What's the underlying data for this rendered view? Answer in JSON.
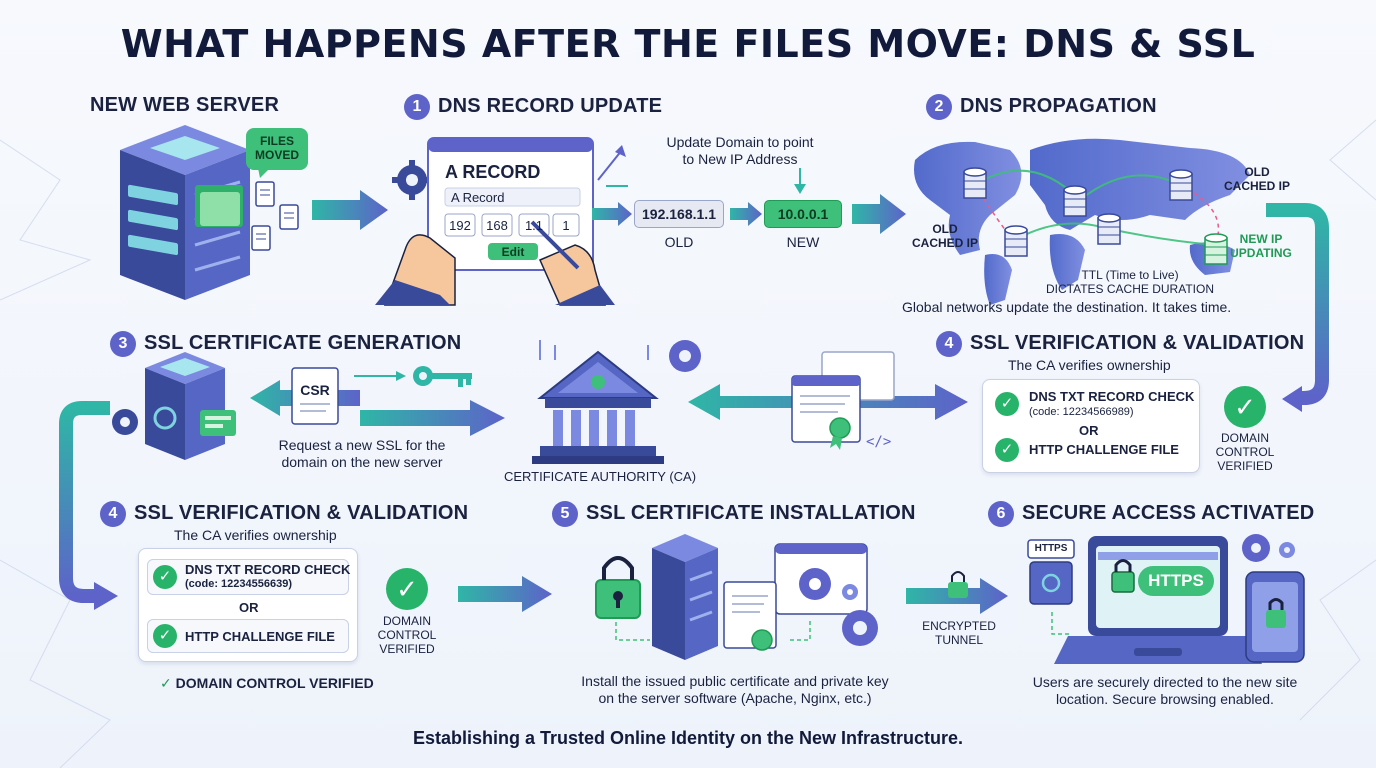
{
  "title": "WHAT HAPPENS AFTER THE FILES MOVE: DNS & SSL",
  "new_server": {
    "heading": "NEW WEB SERVER",
    "badge_line1": "FILES",
    "badge_line2": "MOVED"
  },
  "step1": {
    "num": "1",
    "heading": "DNS RECORD UPDATE",
    "record_title": "A RECORD",
    "record_field": "A Record",
    "octets": [
      "192",
      "168",
      "1.1",
      "1"
    ],
    "edit_label": "Edit",
    "note_line1": "Update Domain to point",
    "note_line2": "to New IP Address",
    "old_ip": "192.168.1.1",
    "old_label": "OLD",
    "new_ip": "10.0.0.1",
    "new_label": "NEW"
  },
  "step2": {
    "num": "2",
    "heading": "DNS PROPAGATION",
    "old_cached_right_1": "OLD",
    "old_cached_right_2": "CACHED IP",
    "old_cached_left_1": "OLD",
    "old_cached_left_2": "CACHED IP",
    "new_ip_1": "NEW IP",
    "new_ip_2": "UPDATING",
    "ttl_1": "TTL (Time to Live)",
    "ttl_2": "DICTATES CACHE DURATION",
    "caption": "Global networks update the destination. It takes time."
  },
  "step3": {
    "num": "3",
    "heading": "SSL CERTIFICATE GENERATION",
    "csr_label": "CSR",
    "caption_1": "Request a new SSL for the",
    "caption_2": "domain on the new server",
    "ca_label": "CERTIFICATE AUTHORITY (CA)"
  },
  "step4_right": {
    "num": "4",
    "heading": "SSL VERIFICATION & VALIDATION",
    "subtitle": "The CA verifies ownership",
    "check1": "DNS TXT RECORD CHECK",
    "check1_code": "(code: 12234566989)",
    "or": "OR",
    "check2": "HTTP CHALLENGE FILE",
    "verified_1": "DOMAIN",
    "verified_2": "CONTROL",
    "verified_3": "VERIFIED"
  },
  "step4_left": {
    "num": "4",
    "heading": "SSL VERIFICATION & VALIDATION",
    "subtitle": "The CA verifies ownership",
    "check1": "DNS TXT RECORD CHECK",
    "check1_code": "(code: 12234556639)",
    "or": "OR",
    "check2": "HTTP CHALLENGE FILE",
    "verified_1": "DOMAIN",
    "verified_2": "CONTROL",
    "verified_3": "VERIFIED",
    "footer_check": "DOMAIN CONTROL VERIFIED"
  },
  "step5": {
    "num": "5",
    "heading": "SSL CERTIFICATE INSTALLATION",
    "caption_1": "Install the issued public certificate and private key",
    "caption_2": "on the server software (Apache, Nginx, etc.)",
    "tunnel_1": "ENCRYPTED",
    "tunnel_2": "TUNNEL"
  },
  "step6": {
    "num": "6",
    "heading": "SECURE ACCESS ACTIVATED",
    "https_small": "HTTPS",
    "https_big": "HTTPS",
    "caption_1": "Users are securely directed to the new site",
    "caption_2": "location. Secure browsing enabled."
  },
  "footer": "Establishing a Trusted Online Identity on the New Infrastructure.",
  "colors": {
    "accent": "#5d63c9",
    "green": "#27b36a",
    "teal": "#2fb6a6",
    "navy": "#111a3a"
  }
}
